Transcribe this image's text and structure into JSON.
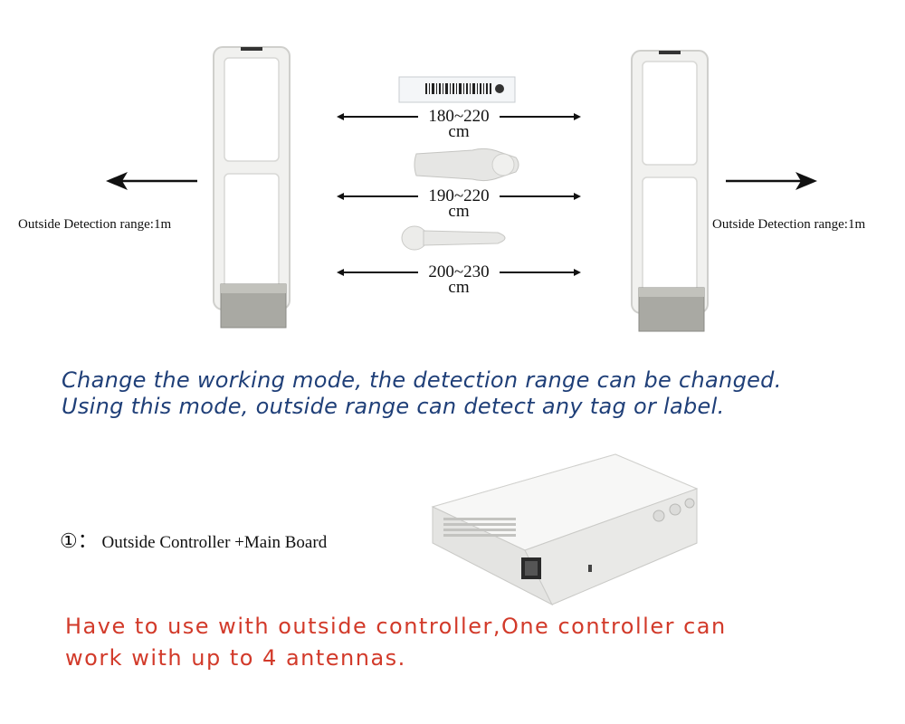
{
  "top_diagram": {
    "left_range_label": "Outside Detection range:1m",
    "right_range_label": "Outside Detection range:1m",
    "distances": [
      {
        "value": "180~220",
        "unit": "cm",
        "tag": "label-tag-icon"
      },
      {
        "value": "190~220",
        "unit": "cm",
        "tag": "hard-tag-icon"
      },
      {
        "value": "200~230",
        "unit": "cm",
        "tag": "pencil-tag-icon"
      }
    ]
  },
  "mode_text": {
    "line1": "Change the working mode, the detection range can be changed.",
    "line2": "Using this mode, outside range can detect any tag or label."
  },
  "controller": {
    "marker": "①：",
    "label": "Outside Controller +Main Board"
  },
  "note": {
    "line1": "Have to use with outside controller,One controller can",
    "line2": "work with up to 4 antennas."
  },
  "colors": {
    "mode_text": "#1f3f78",
    "note_text": "#d23a2a"
  }
}
